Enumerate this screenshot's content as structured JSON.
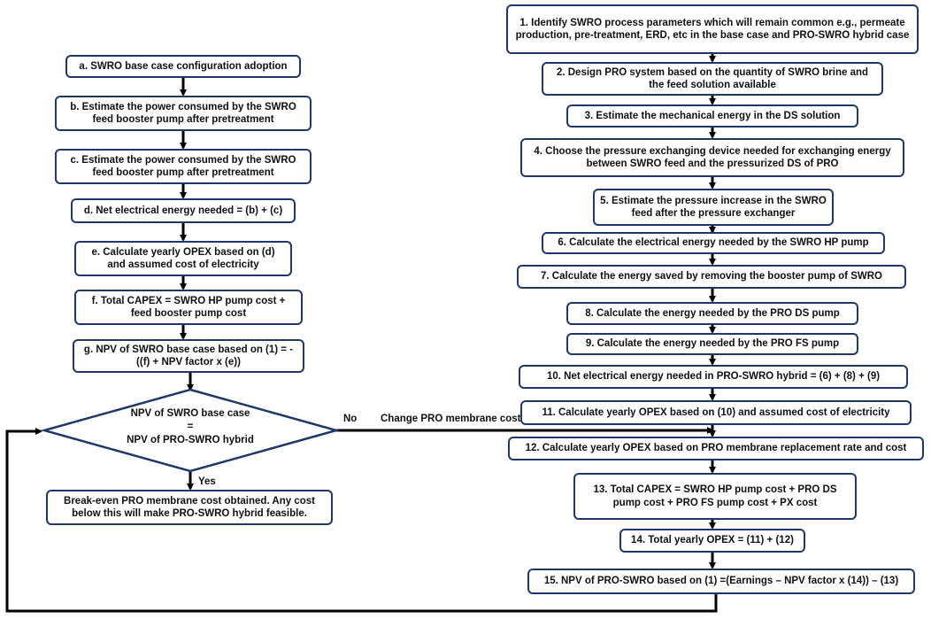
{
  "left": {
    "a": "a. SWRO base case configuration adoption",
    "b": "b. Estimate the power consumed by the SWRO feed booster pump after pretreatment",
    "c": "c. Estimate the power consumed by the SWRO feed booster pump after pretreatment",
    "d": "d. Net electrical energy needed  = (b) + (c)",
    "e": "e. Calculate yearly OPEX based on (d) and assumed cost of electricity",
    "f": "f. Total CAPEX = SWRO HP pump cost + feed booster pump cost",
    "g": "g. NPV of SWRO base case based on (1) = -((f) + NPV factor x (e))"
  },
  "decision": {
    "line1": "NPV of SWRO base case",
    "line2": "=",
    "line3": "NPV of PRO-SWRO hybrid"
  },
  "result": "Break-even PRO membrane cost obtained. Any cost below this will make PRO-SWRO hybrid feasible.",
  "labels": {
    "yes": "Yes",
    "no": "No",
    "change": "Change PRO membrane cost"
  },
  "right": {
    "s1": "1. Identify SWRO process parameters which will remain common e.g., permeate production, pre-treatment, ERD, etc in the base case and PRO-SWRO hybrid case",
    "s2": "2. Design PRO system based on the quantity of SWRO brine and the feed solution available",
    "s3": "3. Estimate the mechanical energy in the DS solution",
    "s4": "4. Choose the pressure exchanging device needed for exchanging energy between SWRO feed and the pressurized DS of PRO",
    "s5": "5. Estimate the pressure increase in the SWRO feed after the pressure exchanger",
    "s6": "6. Calculate the electrical energy needed by the SWRO HP pump",
    "s7": "7. Calculate the energy saved by removing the booster pump of SWRO",
    "s8": "8. Calculate the energy needed by the PRO DS pump",
    "s9": "9. Calculate the energy needed by the PRO FS pump",
    "s10": "10. Net electrical energy needed in PRO-SWRO hybrid =  (6) + (8) + (9)",
    "s11": "11. Calculate yearly OPEX based on (10) and assumed cost of electricity",
    "s12": "12. Calculate yearly OPEX based on PRO membrane replacement rate and cost",
    "s13": "13. Total CAPEX = SWRO HP pump cost + PRO DS pump cost + PRO FS pump cost + PX cost",
    "s14": "14. Total yearly OPEX = (11) + (12)",
    "s15": "15. NPV of PRO-SWRO based on (1)  =(Earnings –   NPV factor x (14)) – (13)"
  },
  "colors": {
    "border": "#1f3864",
    "arrow": "#000000"
  }
}
